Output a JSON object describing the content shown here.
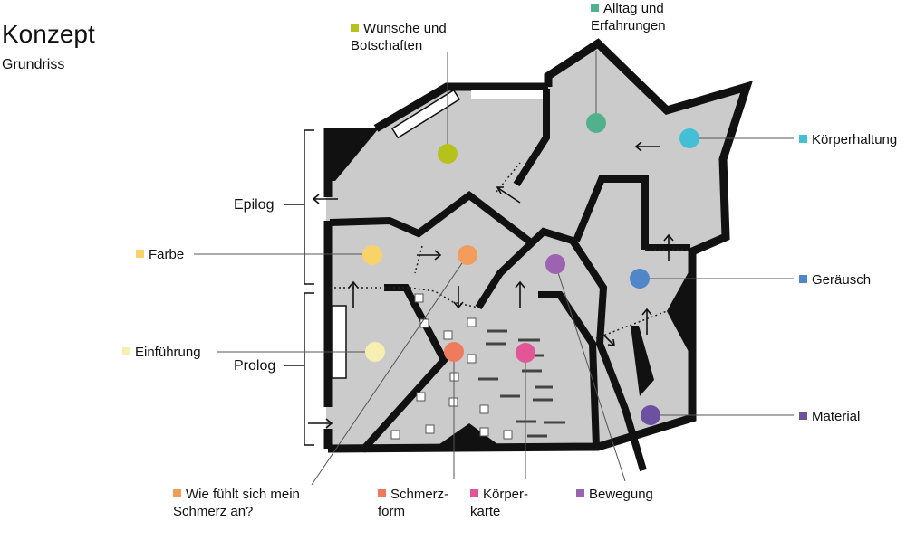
{
  "header": {
    "title": "Konzept",
    "subtitle": "Grundriss"
  },
  "zones": {
    "epilog": "Epilog",
    "prolog": "Prolog"
  },
  "legend": {
    "wuensche": {
      "line1": "Wünsche und",
      "line2": "Botschaften",
      "color": "#b5c21b"
    },
    "alltag": {
      "line1": "Alltag und",
      "line2": "Erfahrungen",
      "color": "#52b08c"
    },
    "koerperhaltung": {
      "label": "Körperhaltung",
      "color": "#45bfd6"
    },
    "farbe": {
      "label": "Farbe",
      "color": "#f7d36a"
    },
    "geraeusch": {
      "label": "Geräusch",
      "color": "#4f87c8"
    },
    "einfuehrung": {
      "label": "Einführung",
      "color": "#f7efb2"
    },
    "material": {
      "label": "Material",
      "color": "#6b51a0"
    },
    "wie": {
      "line1": "Wie fühlt sich mein",
      "line2": "Schmerz an?",
      "color": "#f29d5c"
    },
    "schmerzform": {
      "line1": "Schmerz-",
      "line2": "form",
      "color": "#ef7a5e"
    },
    "koerperkarte": {
      "line1": "Körper-",
      "line2": "karte",
      "color": "#e25597"
    },
    "bewegung": {
      "label": "Bewegung",
      "color": "#9b63b0"
    }
  },
  "colors": {
    "floor": "#cbcbcb",
    "wall": "#111111"
  }
}
